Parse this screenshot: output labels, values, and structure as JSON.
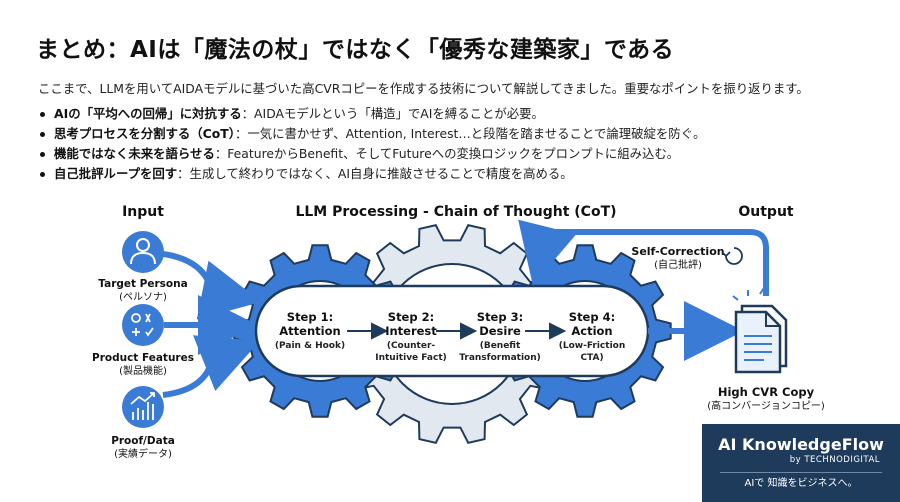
{
  "title": "まとめ：AIは「魔法の杖」ではなく「優秀な建築家」である",
  "intro": "ここまで、LLMを用いてAIDAモデルに基づいた高CVRコピーを作成する技術について解説してきました。重要なポイントを振り返ります。",
  "bullets": [
    {
      "bold": "AIの「平均への回帰」に対抗する",
      "rest": "：AIDAモデルという「構造」でAIを縛ることが必要。"
    },
    {
      "bold": "思考プロセスを分割する（CoT）",
      "rest": "：一気に書かせず、Attention, Interest…と段階を踏ませることで論理破綻を防ぐ。"
    },
    {
      "bold": "機能ではなく未来を語らせる",
      "rest": "：FeatureからBenefit、そしてFutureへの変換ロジックをプロンプトに組み込む。"
    },
    {
      "bold": "自己批評ループを回す",
      "rest": "：生成して終わりではなく、AI自身に推敲させることで精度を高める。"
    }
  ],
  "diagram": {
    "input_label": "Input",
    "process_label": "LLM Processing - Chain of Thought (CoT)",
    "output_label": "Output",
    "inputs": [
      {
        "icon": "person-icon",
        "label": "Target Persona",
        "sub": "(ペルソナ)"
      },
      {
        "icon": "features-icon",
        "label": "Product Features",
        "sub": "(製品機能)"
      },
      {
        "icon": "growth-chart-icon",
        "label": "Proof/Data",
        "sub": "(実績データ)"
      }
    ],
    "steps": [
      {
        "title": "Step 1:",
        "name": "Attention",
        "detail": [
          "(Pain & Hook)"
        ]
      },
      {
        "title": "Step 2:",
        "name": "Interest",
        "detail": [
          "(Counter-",
          "Intuitive Fact)"
        ]
      },
      {
        "title": "Step 3:",
        "name": "Desire",
        "detail": [
          "(Benefit",
          "Transformation)"
        ]
      },
      {
        "title": "Step 4:",
        "name": "Action",
        "detail": [
          "(Low-Friction",
          "CTA)"
        ]
      }
    ],
    "self_correction": "Self-Correction",
    "self_correction_sub": "(自己批評)",
    "output_name": "High CVR Copy",
    "output_sub": "(高コンバージョンコピー)"
  },
  "brand": {
    "name": "AI KnowledgeFlow",
    "by": "by TECHNODIGITAL",
    "tagline": "AIで 知識をビジネスへ。"
  },
  "colors": {
    "primary_blue": "#3a7bd5",
    "dark_navy": "#1f3b5c",
    "gear_light": "#e2e8f0"
  }
}
